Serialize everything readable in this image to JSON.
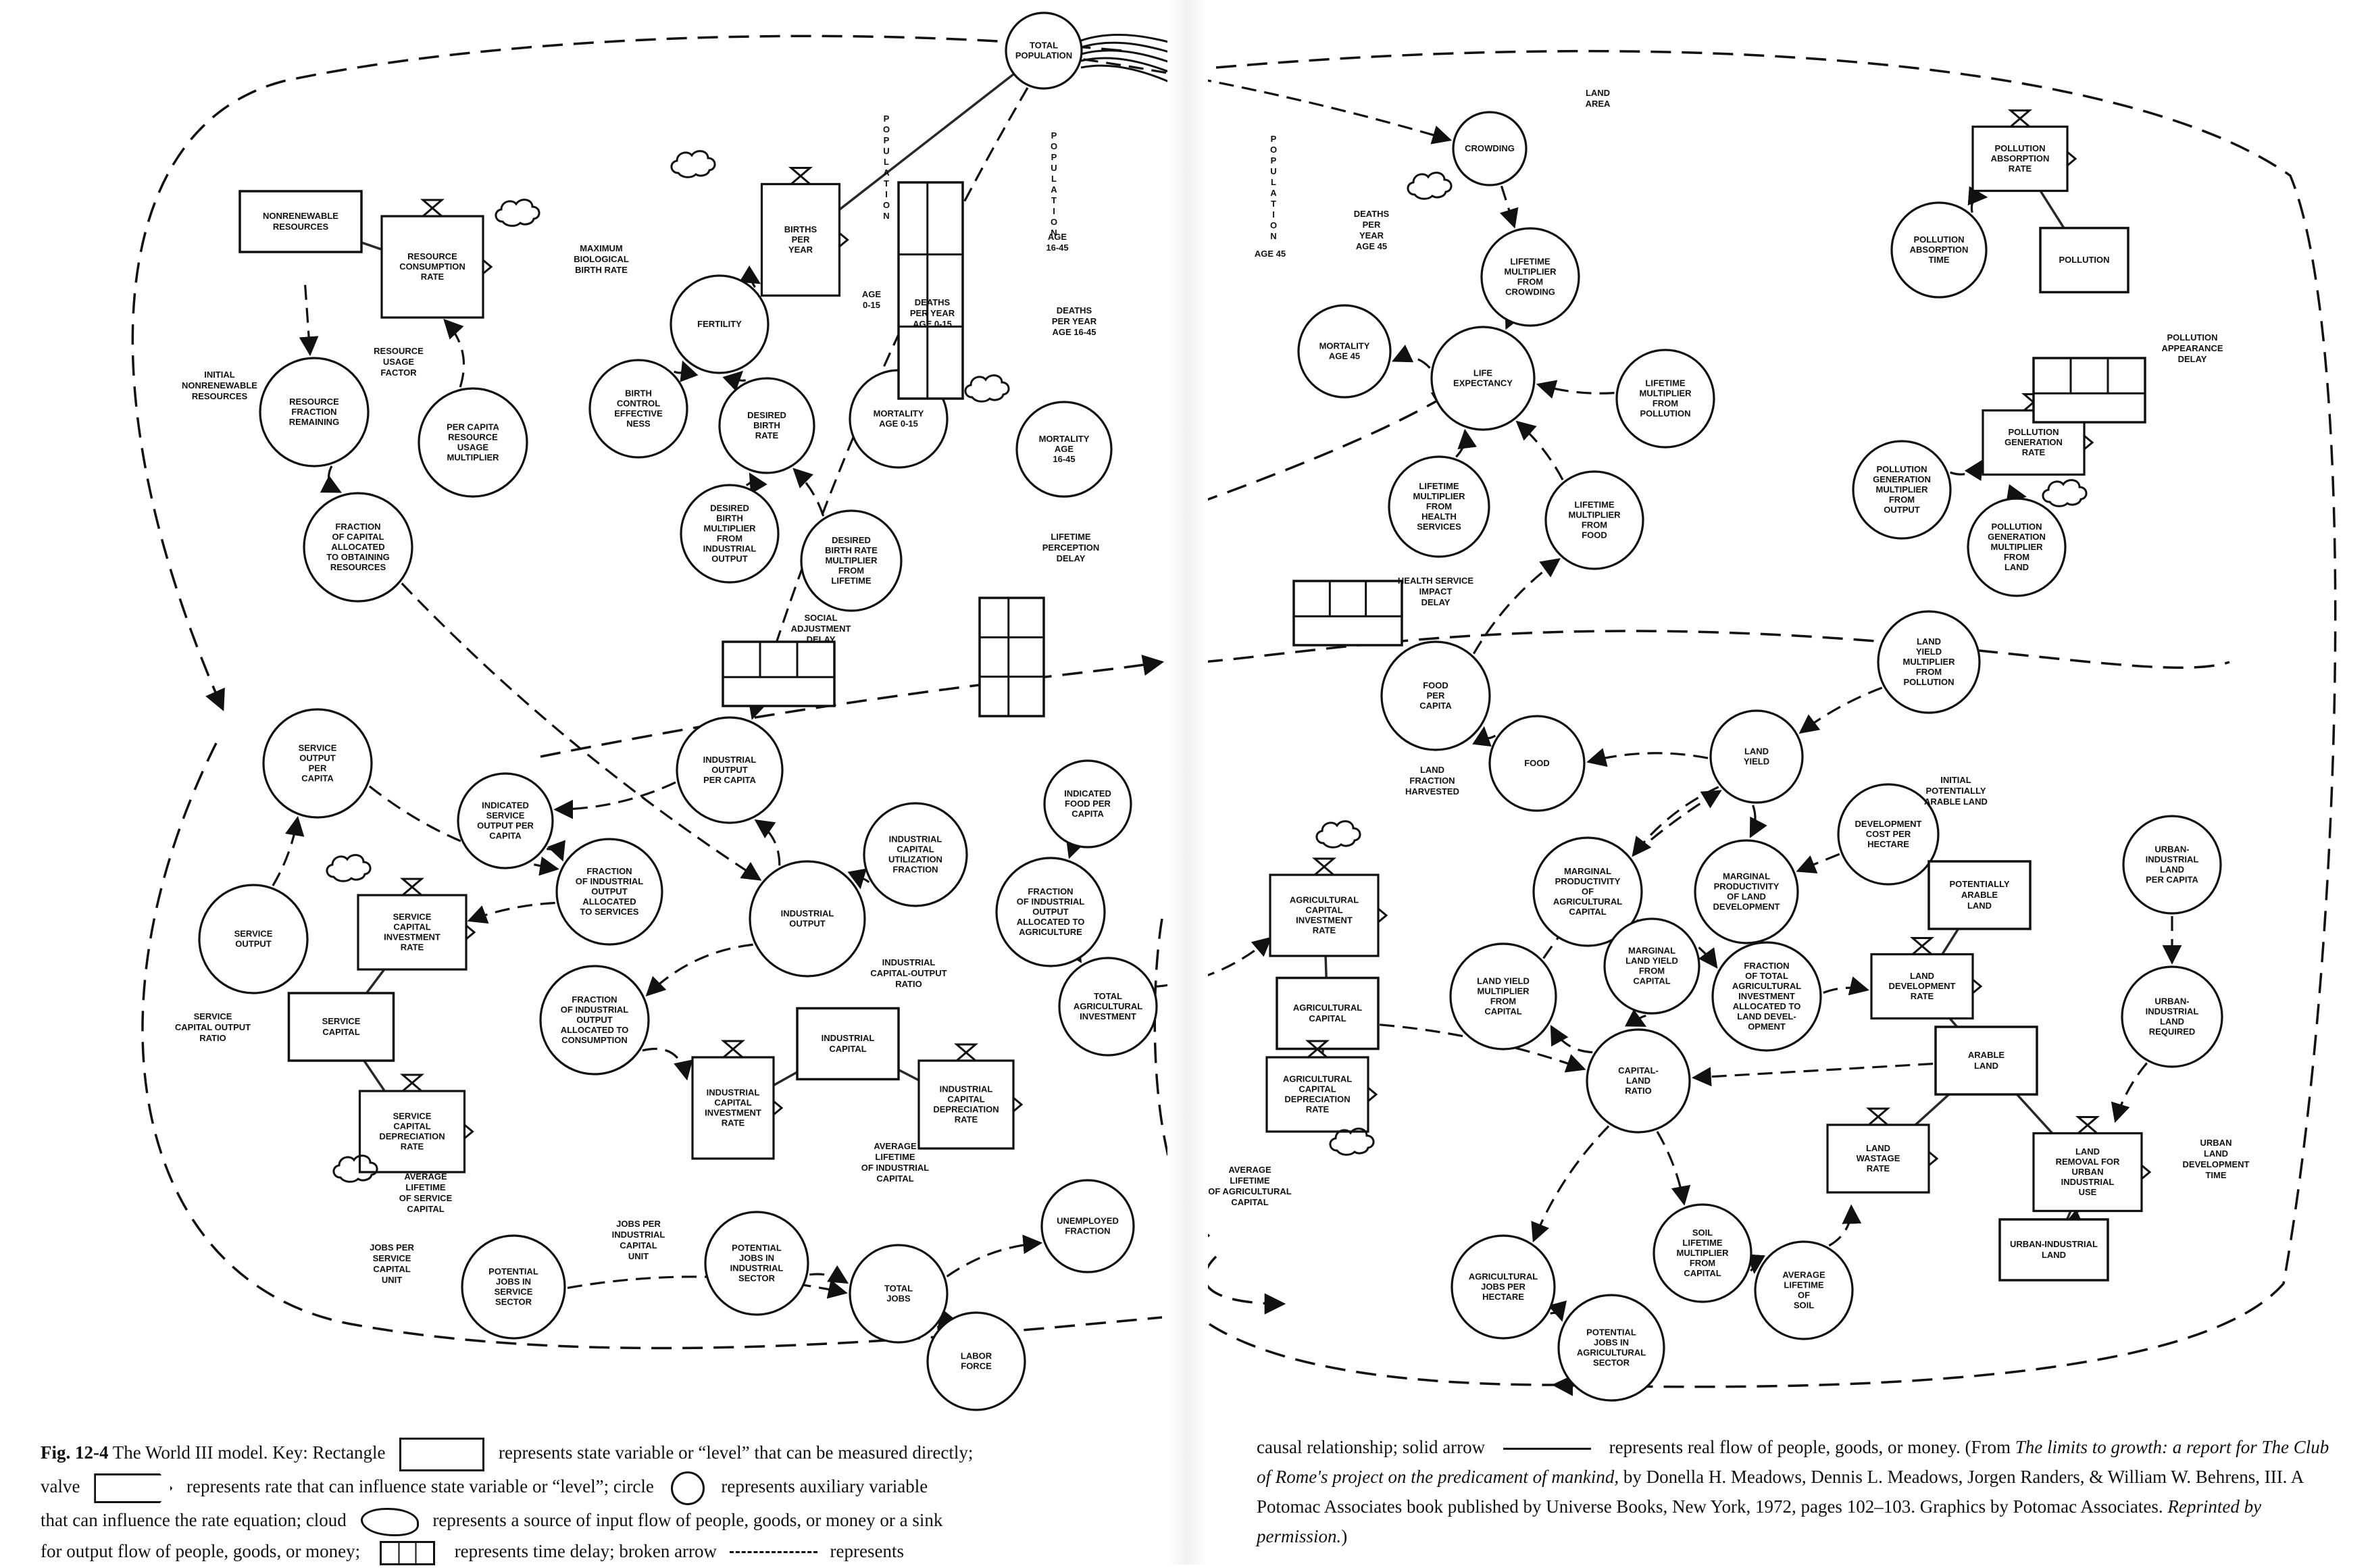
{
  "nodes": [
    {
      "id": "total_population",
      "shape": "circle",
      "lines": [
        "TOTAL",
        "POPULATION"
      ]
    },
    {
      "id": "crowding",
      "shape": "circle",
      "lines": [
        "CROWDING"
      ]
    },
    {
      "id": "nonrenewable_resources",
      "shape": "level",
      "lines": [
        "NONRENEWABLE",
        "RESOURCES"
      ]
    },
    {
      "id": "resource_consumption_rate",
      "shape": "rate",
      "lines": [
        "RESOURCE",
        "CONSUMPTION",
        "RATE"
      ]
    },
    {
      "id": "births_per_year",
      "shape": "rate",
      "lines": [
        "BIRTHS",
        "PER",
        "YEAR"
      ]
    },
    {
      "id": "fertility",
      "shape": "circle",
      "lines": [
        "FERTILITY"
      ]
    },
    {
      "id": "resource_fraction_remaining",
      "shape": "circle",
      "lines": [
        "RESOURCE",
        "FRACTION",
        "REMAINING"
      ]
    },
    {
      "id": "per_capita_resource_usage_multiplier",
      "shape": "circle",
      "lines": [
        "PER CAPITA",
        "RESOURCE",
        "USAGE",
        "MULTIPLIER"
      ]
    },
    {
      "id": "birth_control_effectiveness",
      "shape": "circle",
      "lines": [
        "BIRTH",
        "CONTROL",
        "EFFECTIVE",
        "NESS"
      ]
    },
    {
      "id": "desired_birth_rate",
      "shape": "circle",
      "lines": [
        "DESIRED",
        "BIRTH",
        "RATE"
      ]
    },
    {
      "id": "mortality_0_15",
      "shape": "circle",
      "lines": [
        "MORTALITY",
        "AGE 0-15"
      ]
    },
    {
      "id": "mortality_16_45",
      "shape": "circle",
      "lines": [
        "MORTALITY",
        "AGE",
        "16-45"
      ]
    },
    {
      "id": "desired_birth_multiplier",
      "shape": "circle",
      "lines": [
        "DESIRED",
        "BIRTH",
        "MULTIPLIER",
        "FROM",
        "INDUSTRIAL",
        "OUTPUT"
      ]
    },
    {
      "id": "desired_birth_rate_multiplier_lifetime",
      "shape": "circle",
      "lines": [
        "DESIRED",
        "BIRTH RATE",
        "MULTIPLIER",
        "FROM",
        "LIFETIME"
      ]
    },
    {
      "id": "fraction_capital_obtaining_resources",
      "shape": "circle",
      "lines": [
        "FRACTION",
        "OF CAPITAL",
        "ALLOCATED",
        "TO OBTAINING",
        "RESOURCES"
      ]
    },
    {
      "id": "service_output_per_capita",
      "shape": "circle",
      "lines": [
        "SERVICE",
        "OUTPUT",
        "PER",
        "CAPITA"
      ]
    },
    {
      "id": "industrial_output_per_capita",
      "shape": "circle",
      "lines": [
        "INDUSTRIAL",
        "OUTPUT",
        "PER CAPITA"
      ]
    },
    {
      "id": "indicated_food_per_capita",
      "shape": "circle",
      "lines": [
        "INDICATED",
        "FOOD PER",
        "CAPITA"
      ]
    },
    {
      "id": "indicated_service_output",
      "shape": "circle",
      "lines": [
        "INDICATED",
        "SERVICE",
        "OUTPUT PER",
        "CAPITA"
      ]
    },
    {
      "id": "fraction_output_services",
      "shape": "circle",
      "lines": [
        "FRACTION",
        "OF INDUSTRIAL",
        "OUTPUT",
        "ALLOCATED",
        "TO SERVICES"
      ]
    },
    {
      "id": "industrial_capital_utilization",
      "shape": "circle",
      "lines": [
        "INDUSTRIAL",
        "CAPITAL",
        "UTILIZATION",
        "FRACTION"
      ]
    },
    {
      "id": "fraction_output_agriculture",
      "shape": "circle",
      "lines": [
        "FRACTION",
        "OF INDUSTRIAL",
        "OUTPUT",
        "ALLOCATED TO",
        "AGRICULTURE"
      ]
    },
    {
      "id": "industrial_output",
      "shape": "circle",
      "lines": [
        "INDUSTRIAL",
        "OUTPUT"
      ]
    },
    {
      "id": "service_output",
      "shape": "circle",
      "lines": [
        "SERVICE",
        "OUTPUT"
      ]
    },
    {
      "id": "service_capital_investment_rate",
      "shape": "rate",
      "lines": [
        "SERVICE",
        "CAPITAL",
        "INVESTMENT",
        "RATE"
      ]
    },
    {
      "id": "service_capital",
      "shape": "level",
      "lines": [
        "SERVICE",
        "CAPITAL"
      ]
    },
    {
      "id": "service_capital_depreciation_rate",
      "shape": "rate",
      "lines": [
        "SERVICE",
        "CAPITAL",
        "DEPRECIATION",
        "RATE"
      ]
    },
    {
      "id": "fraction_output_consumption",
      "shape": "circle",
      "lines": [
        "FRACTION",
        "OF INDUSTRIAL",
        "OUTPUT",
        "ALLOCATED TO",
        "CONSUMPTION"
      ]
    },
    {
      "id": "industrial_capital_investment_rate",
      "shape": "rate",
      "lines": [
        "INDUSTRIAL",
        "CAPITAL",
        "INVESTMENT",
        "RATE"
      ]
    },
    {
      "id": "industrial_capital",
      "shape": "level",
      "lines": [
        "INDUSTRIAL",
        "CAPITAL"
      ]
    },
    {
      "id": "industrial_capital_depreciation_rate",
      "shape": "rate",
      "lines": [
        "INDUSTRIAL",
        "CAPITAL",
        "DEPRECIATION",
        "RATE"
      ]
    },
    {
      "id": "total_agricultural_investment",
      "shape": "circle",
      "lines": [
        "TOTAL",
        "AGRICULTURAL",
        "INVESTMENT"
      ]
    },
    {
      "id": "potential_jobs_service",
      "shape": "circle",
      "lines": [
        "POTENTIAL",
        "JOBS IN",
        "SERVICE",
        "SECTOR"
      ]
    },
    {
      "id": "potential_jobs_industrial",
      "shape": "circle",
      "lines": [
        "POTENTIAL",
        "JOBS IN",
        "INDUSTRIAL",
        "SECTOR"
      ]
    },
    {
      "id": "total_jobs",
      "shape": "circle",
      "lines": [
        "TOTAL",
        "JOBS"
      ]
    },
    {
      "id": "unemployed_fraction",
      "shape": "circle",
      "lines": [
        "UNEMPLOYED",
        "FRACTION"
      ]
    },
    {
      "id": "labor_force",
      "shape": "circle",
      "lines": [
        "LABOR",
        "FORCE"
      ]
    },
    {
      "id": "lifetime_multiplier_crowding",
      "shape": "circle",
      "lines": [
        "LIFETIME",
        "MULTIPLIER",
        "FROM",
        "CROWDING"
      ]
    },
    {
      "id": "pollution_absorption_rate",
      "shape": "rate",
      "lines": [
        "POLLUTION",
        "ABSORPTION",
        "RATE"
      ]
    },
    {
      "id": "pollution_absorption_time",
      "shape": "circle",
      "lines": [
        "POLLUTION",
        "ABSORPTION",
        "TIME"
      ]
    },
    {
      "id": "pollution",
      "shape": "level",
      "lines": [
        "POLLUTION"
      ]
    },
    {
      "id": "mortality_45",
      "shape": "circle",
      "lines": [
        "MORTALITY",
        "AGE 45"
      ]
    },
    {
      "id": "life_expectancy",
      "shape": "circle",
      "lines": [
        "LIFE",
        "EXPECTANCY"
      ]
    },
    {
      "id": "lifetime_multiplier_pollution",
      "shape": "circle",
      "lines": [
        "LIFETIME",
        "MULTIPLIER",
        "FROM",
        "POLLUTION"
      ]
    },
    {
      "id": "pollution_generation_rate",
      "shape": "rate",
      "lines": [
        "POLLUTION",
        "GENERATION",
        "RATE"
      ]
    },
    {
      "id": "lifetime_multiplier_health",
      "shape": "circle",
      "lines": [
        "LIFETIME",
        "MULTIPLIER",
        "FROM",
        "HEALTH",
        "SERVICES"
      ]
    },
    {
      "id": "lifetime_multiplier_food",
      "shape": "circle",
      "lines": [
        "LIFETIME",
        "MULTIPLIER",
        "FROM",
        "FOOD"
      ]
    },
    {
      "id": "pollution_generation_multiplier_output",
      "shape": "circle",
      "lines": [
        "POLLUTION",
        "GENERATION",
        "MULTIPLIER",
        "FROM",
        "OUTPUT"
      ]
    },
    {
      "id": "pollution_generation_multiplier_land",
      "shape": "circle",
      "lines": [
        "POLLUTION",
        "GENERATION",
        "MULTIPLIER",
        "FROM",
        "LAND"
      ]
    },
    {
      "id": "land_yield_multiplier_pollution",
      "shape": "circle",
      "lines": [
        "LAND",
        "YIELD",
        "MULTIPLIER",
        "FROM",
        "POLLUTION"
      ]
    },
    {
      "id": "food_per_capita",
      "shape": "circle",
      "lines": [
        "FOOD",
        "PER",
        "CAPITA"
      ]
    },
    {
      "id": "food",
      "shape": "circle",
      "lines": [
        "FOOD"
      ]
    },
    {
      "id": "land_yield",
      "shape": "circle",
      "lines": [
        "LAND",
        "YIELD"
      ]
    },
    {
      "id": "marginal_productivity_capital",
      "shape": "circle",
      "lines": [
        "MARGINAL",
        "PRODUCTIVITY",
        "OF",
        "AGRICULTURAL",
        "CAPITAL"
      ]
    },
    {
      "id": "marginal_productivity_land_dev",
      "shape": "circle",
      "lines": [
        "MARGINAL",
        "PRODUCTIVITY",
        "OF LAND",
        "DEVELOPMENT"
      ]
    },
    {
      "id": "development_cost_per_hectare",
      "shape": "circle",
      "lines": [
        "DEVELOPMENT",
        "COST PER",
        "HECTARE"
      ]
    },
    {
      "id": "urban_industrial_land_per_capita",
      "shape": "circle",
      "lines": [
        "URBAN-",
        "INDUSTRIAL",
        "LAND",
        "PER CAPITA"
      ]
    },
    {
      "id": "agricultural_capital_investment_rate",
      "shape": "rate",
      "lines": [
        "AGRICULTURAL",
        "CAPITAL",
        "INVESTMENT",
        "RATE"
      ]
    },
    {
      "id": "agricultural_capital",
      "shape": "level",
      "lines": [
        "AGRICULTURAL",
        "CAPITAL"
      ]
    },
    {
      "id": "agricultural_capital_depreciation_rate",
      "shape": "rate",
      "lines": [
        "AGRICULTURAL",
        "CAPITAL",
        "DEPRECIATION",
        "RATE"
      ]
    },
    {
      "id": "marginal_land_yield_from_capital",
      "shape": "circle",
      "lines": [
        "MARGINAL",
        "LAND YIELD",
        "FROM",
        "CAPITAL"
      ]
    },
    {
      "id": "fraction_total_agri_investment",
      "shape": "circle",
      "lines": [
        "FRACTION",
        "OF TOTAL",
        "AGRICULTURAL",
        "INVESTMENT",
        "ALLOCATED TO",
        "LAND DEVEL-",
        "OPMENT"
      ]
    },
    {
      "id": "potentially_arable_land",
      "shape": "level",
      "lines": [
        "POTENTIALLY",
        "ARABLE",
        "LAND"
      ]
    },
    {
      "id": "land_development_rate",
      "shape": "rate",
      "lines": [
        "LAND",
        "DEVELOPMENT",
        "RATE"
      ]
    },
    {
      "id": "land_yield_multiplier_capital",
      "shape": "circle",
      "lines": [
        "LAND YIELD",
        "MULTIPLIER",
        "FROM",
        "CAPITAL"
      ]
    },
    {
      "id": "capital_land_ratio",
      "shape": "circle",
      "lines": [
        "CAPITAL-",
        "LAND",
        "RATIO"
      ]
    },
    {
      "id": "urban_industrial_land_required",
      "shape": "circle",
      "lines": [
        "URBAN-",
        "INDUSTRIAL",
        "LAND",
        "REQUIRED"
      ]
    },
    {
      "id": "arable_land",
      "shape": "level",
      "lines": [
        "ARABLE",
        "LAND"
      ]
    },
    {
      "id": "land_wastage_rate",
      "shape": "rate",
      "lines": [
        "LAND",
        "WASTAGE",
        "RATE"
      ]
    },
    {
      "id": "land_removal_urban",
      "shape": "rate",
      "lines": [
        "LAND",
        "REMOVAL FOR",
        "URBAN",
        "INDUSTRIAL",
        "USE"
      ]
    },
    {
      "id": "soil_lifetime_multiplier",
      "shape": "circle",
      "lines": [
        "SOIL",
        "LIFETIME",
        "MULTIPLIER",
        "FROM",
        "CAPITAL"
      ]
    },
    {
      "id": "average_lifetime_soil",
      "shape": "circle",
      "lines": [
        "AVERAGE",
        "LIFETIME",
        "OF",
        "SOIL"
      ]
    },
    {
      "id": "urban_industrial_land",
      "shape": "level",
      "lines": [
        "URBAN-INDUSTRIAL",
        "LAND"
      ]
    },
    {
      "id": "agricultural_jobs_per_hectare",
      "shape": "circle",
      "lines": [
        "AGRICULTURAL",
        "JOBS PER",
        "HECTARE"
      ]
    },
    {
      "id": "potential_jobs_agricultural",
      "shape": "circle",
      "lines": [
        "POTENTIAL",
        "JOBS IN",
        "AGRICULTURAL",
        "SECTOR"
      ]
    }
  ],
  "delays": [
    {
      "id": "population_age_0_15"
    },
    {
      "id": "lifetime_perception_delay"
    },
    {
      "id": "social_adjustment_delay"
    },
    {
      "id": "health_service_impact_delay"
    },
    {
      "id": "pollution_appearance_delay"
    }
  ],
  "labels": [
    {
      "id": "maximum_biological_birth_rate",
      "lines": [
        "MAXIMUM",
        "BIOLOGICAL",
        "BIRTH RATE"
      ]
    },
    {
      "id": "resource_usage_factor",
      "lines": [
        "RESOURCE",
        "USAGE",
        "FACTOR"
      ]
    },
    {
      "id": "initial_nonrenewable_resources",
      "lines": [
        "INITIAL",
        "NONRENEWABLE",
        "RESOURCES"
      ]
    },
    {
      "id": "deaths_per_year_0_15",
      "lines": [
        "DEATHS",
        "PER YEAR",
        "AGE 0-15"
      ]
    },
    {
      "id": "deaths_per_year_16_45",
      "lines": [
        "DEATHS",
        "PER YEAR",
        "AGE 16-45"
      ]
    },
    {
      "id": "deaths_per_year_45",
      "lines": [
        "DEATHS",
        "PER",
        "YEAR",
        "AGE 45"
      ]
    },
    {
      "id": "land_area",
      "lines": [
        "LAND",
        "AREA"
      ]
    },
    {
      "id": "lifetime_perception_delay_label",
      "lines": [
        "LIFETIME",
        "PERCEPTION",
        "DELAY"
      ]
    },
    {
      "id": "social_adjustment_delay_label",
      "lines": [
        "SOCIAL",
        "ADJUSTMENT",
        "DELAY"
      ]
    },
    {
      "id": "health_service_impact_delay_label",
      "lines": [
        "HEALTH SERVICE",
        "IMPACT",
        "DELAY"
      ]
    },
    {
      "id": "pollution_appearance_delay_label",
      "lines": [
        "POLLUTION",
        "APPEARANCE",
        "DELAY"
      ]
    },
    {
      "id": "service_capital_output_ratio",
      "lines": [
        "SERVICE",
        "CAPITAL OUTPUT",
        "RATIO"
      ]
    },
    {
      "id": "industrial_capital_output_ratio",
      "lines": [
        "INDUSTRIAL",
        "CAPITAL-OUTPUT",
        "RATIO"
      ]
    },
    {
      "id": "average_lifetime_service_capital",
      "lines": [
        "AVERAGE",
        "LIFETIME",
        "OF SERVICE",
        "CAPITAL"
      ]
    },
    {
      "id": "average_lifetime_industrial_capital",
      "lines": [
        "AVERAGE",
        "LIFETIME",
        "OF INDUSTRIAL",
        "CAPITAL"
      ]
    },
    {
      "id": "jobs_per_service_capital_unit",
      "lines": [
        "JOBS PER",
        "SERVICE",
        "CAPITAL",
        "UNIT"
      ]
    },
    {
      "id": "jobs_per_industrial_capital_unit",
      "lines": [
        "JOBS PER",
        "INDUSTRIAL",
        "CAPITAL",
        "UNIT"
      ]
    },
    {
      "id": "land_fraction_harvested",
      "lines": [
        "LAND",
        "FRACTION",
        "HARVESTED"
      ]
    },
    {
      "id": "initial_potentially_arable_land",
      "lines": [
        "INITIAL",
        "POTENTIALLY",
        "ARABLE LAND"
      ]
    },
    {
      "id": "average_lifetime_agricultural_capital",
      "lines": [
        "AVERAGE",
        "LIFETIME",
        "OF AGRICULTURAL",
        "CAPITAL"
      ]
    },
    {
      "id": "urban_land_development_time",
      "lines": [
        "URBAN",
        "LAND",
        "DEVELOPMENT",
        "TIME"
      ]
    }
  ],
  "vertical_labels": [
    {
      "id": "population_age_0_15_v",
      "text": "POPULATION",
      "extra": [
        "AGE",
        "0-15"
      ]
    },
    {
      "id": "population_age_16_45_v",
      "text": "POPULATION",
      "extra": [
        "AGE",
        "16-45"
      ]
    },
    {
      "id": "population_age_45_v",
      "text": "POPULATION",
      "extra": [
        "AGE 45"
      ]
    }
  ],
  "caption": {
    "figure_label": "Fig. 12-4",
    "left_1": "The World III model. Key: Rectangle",
    "left_2": "represents state variable or “level” that can be measured directly;",
    "left_3": "valve",
    "left_4": "represents rate that can influence state variable or “level”; circle",
    "left_5": "represents auxiliary variable",
    "left_6": "that can influence the rate equation; cloud",
    "left_7": "represents a source of input flow of people, goods, or money or a sink",
    "left_8": "for output flow of people, goods, or money;",
    "left_9": "represents time delay; broken arrow",
    "left_10": "represents",
    "right_1": "causal relationship; solid arrow",
    "right_2": "represents real flow of people, goods, or money. (From",
    "right_3": "The limits to growth: a report for The Club of Rome's project on the predicament of mankind,",
    "right_4": "by Donella H. Meadows, Dennis L. Meadows, Jorgen Randers, & William W. Behrens, III. A Potomac Associates book published by Universe Books, New York, 1972, pages 102–103. Graphics by Potomac Associates.",
    "right_5": "Reprinted by permission.",
    "right_6": ")"
  }
}
